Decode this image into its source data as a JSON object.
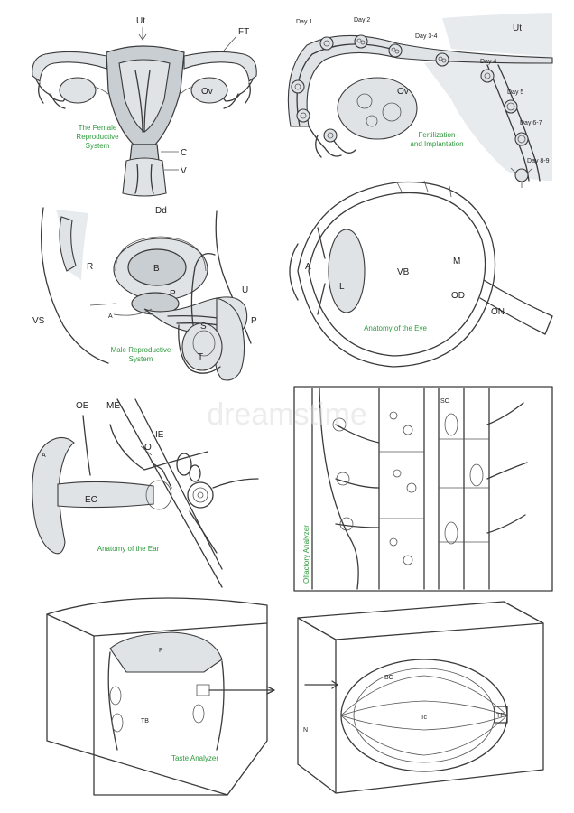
{
  "watermark": "dreamstime",
  "panels": {
    "female": {
      "caption_lines": [
        "The Female",
        "Reproductive",
        "System"
      ],
      "labels": {
        "ut": "Ut",
        "ft": "FT",
        "ov": "Ov",
        "c": "C",
        "v": "V"
      }
    },
    "fertilization": {
      "caption_lines": [
        "Fertilization",
        "and Implantation"
      ],
      "days": [
        "Day 1",
        "Day 2",
        "Day 3-4",
        "Day 4",
        "Day 5",
        "Day 6-7",
        "Day 8-9"
      ],
      "labels": {
        "ut": "Ut",
        "ov": "Ov"
      }
    },
    "male": {
      "caption_lines": [
        "Male Reproductive",
        "System"
      ],
      "labels": {
        "dd": "Dd",
        "r": "R",
        "b": "B",
        "p": "P",
        "u": "U",
        "vs": "VS",
        "a": "A",
        "s": "S",
        "t": "T",
        "p2": "P"
      }
    },
    "eye": {
      "caption": "Anatomy of the Eye",
      "labels": {
        "a": "A",
        "l": "L",
        "vb": "VB",
        "m": "M",
        "od": "OD",
        "on": "ON"
      }
    },
    "ear": {
      "caption": "Anatomy of the Ear",
      "labels": {
        "oe": "OE",
        "me": "ME",
        "ie": "IE",
        "o": "O",
        "a": "A",
        "ec": "EC"
      }
    },
    "olfactory": {
      "caption": "Olfactory Analyzer",
      "labels": {
        "sc": "SC"
      }
    },
    "taste": {
      "caption": "Taste Analyzer",
      "labels": {
        "p": "P",
        "tb": "TB"
      }
    },
    "taste_bud": {
      "labels": {
        "bc": "BC",
        "tc": "Tc",
        "tp": "TP",
        "n": "N"
      }
    }
  }
}
